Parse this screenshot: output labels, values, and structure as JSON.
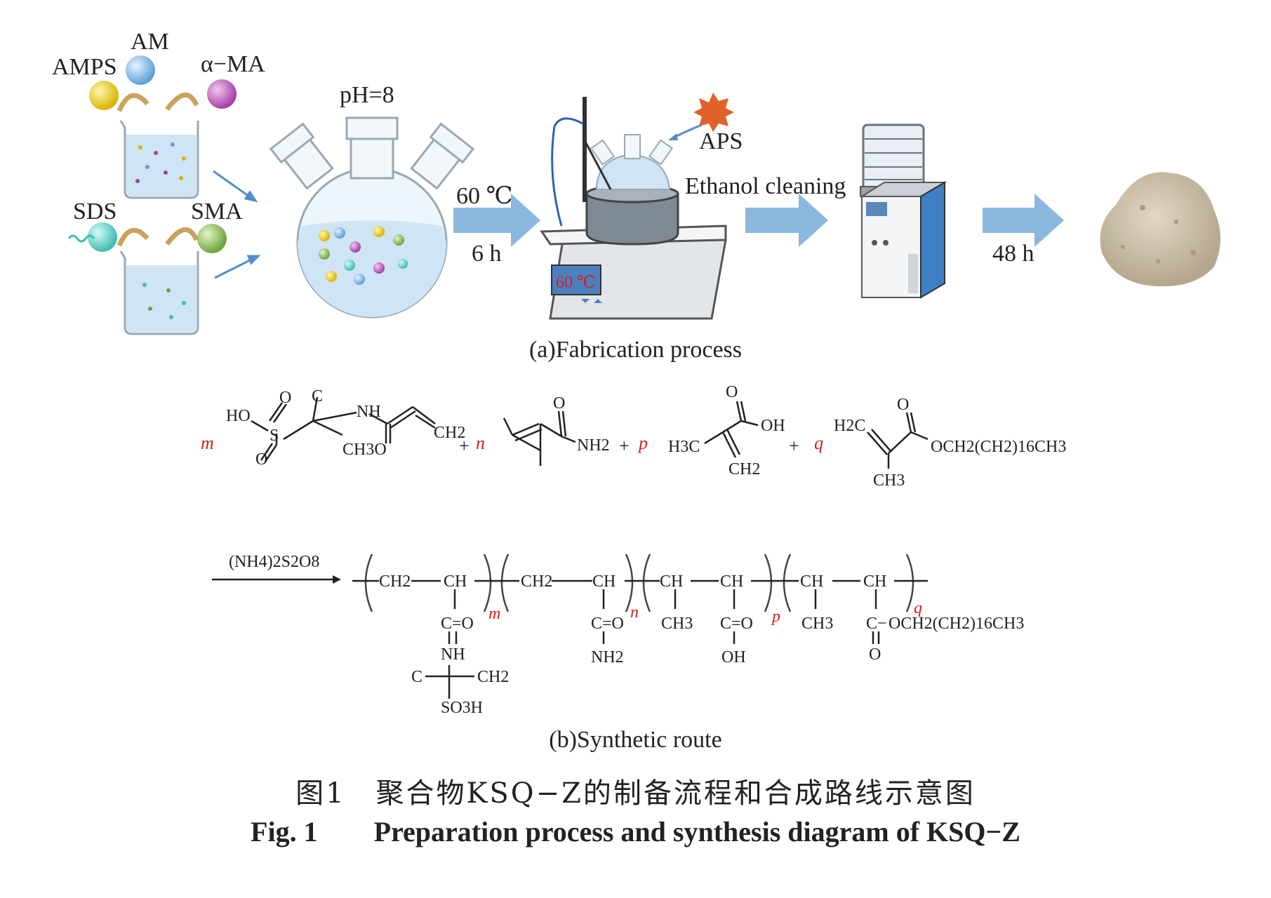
{
  "process": {
    "monomers": {
      "am": "AM",
      "amps": "AMPS",
      "ma": "α−MA",
      "sds": "SDS",
      "sma": "SMA"
    },
    "ph": "pH=8",
    "reaction_temp": "60 ℃",
    "reaction_time": "6 h",
    "display_temp": "60 ℃",
    "initiator": "APS",
    "cleaning": "Ethanol cleaning",
    "drying_time": "48 h"
  },
  "captions": {
    "sub_a": "(a)Fabrication process",
    "sub_b": "(b)Synthetic route",
    "cn": "图1　聚合物KSQ−Z的制备流程和合成路线示意图",
    "en_label": "Fig. 1",
    "en_text": "Preparation process and synthesis diagram of KSQ−Z"
  },
  "route": {
    "coef_m": "m",
    "coef_n": "n",
    "coef_p": "p",
    "coef_q": "q",
    "plus": "+",
    "oxidant": "(NH4)2S2O8",
    "lbl_ho": "HO",
    "lbl_s": "S",
    "lbl_o": "O",
    "lbl_c": "C",
    "lbl_nh": "NH",
    "lbl_ch3o": "CH3O",
    "lbl_ch2": "CH2",
    "lbl_nh2": "NH2",
    "lbl_h3c": "H3C",
    "lbl_oh": "OH",
    "lbl_h2c": "H2C",
    "lbl_ch3": "CH3",
    "lbl_ester": "OCH2(CH2)16CH3",
    "lbl_ch": "CH",
    "lbl_co": "C=O",
    "lbl_so3h": "SO3H",
    "lbl_c_dash": "C−",
    "lbl_carbon": "C"
  },
  "colors": {
    "arrow": "#8ab8de",
    "beaker_liquid": "#cfe4f5",
    "powder": "#cbbfa9",
    "star": "#e0622a",
    "red_label": "#d42020"
  }
}
